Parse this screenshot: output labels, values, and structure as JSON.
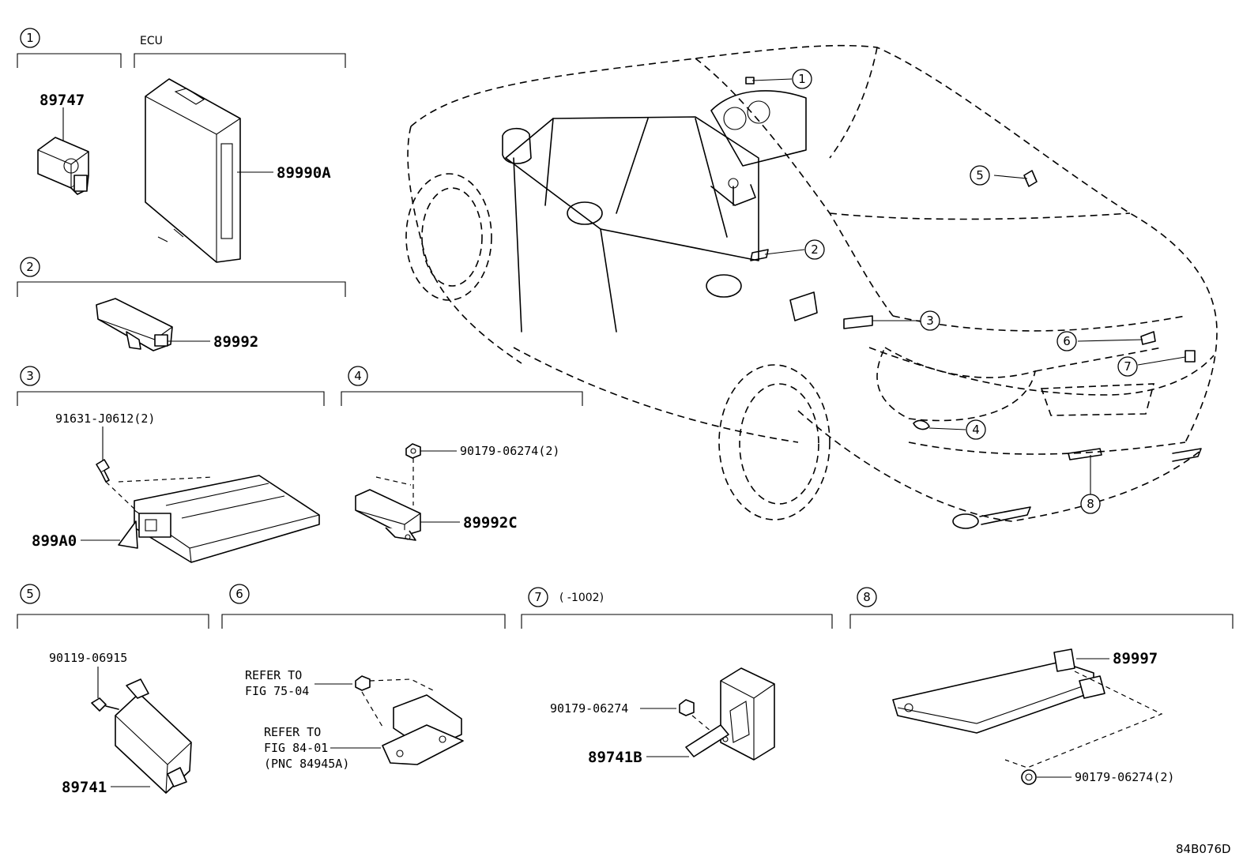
{
  "sections": {
    "s1": {
      "num": "1"
    },
    "ecu": {
      "label": "ECU"
    },
    "s2": {
      "num": "2"
    },
    "s3": {
      "num": "3"
    },
    "s4": {
      "num": "4"
    },
    "s5": {
      "num": "5"
    },
    "s6": {
      "num": "6"
    },
    "s7": {
      "num": "7",
      "note": "(      -1002)"
    },
    "s8": {
      "num": "8"
    }
  },
  "parts": {
    "p89747": "89747",
    "p89990A": "89990A",
    "p89992": "89992",
    "p91631": "91631-J0612(2)",
    "p899A0": "899A0",
    "p90179a": "90179-06274(2)",
    "p89992C": "89992C",
    "p90119": "90119-06915",
    "p89741": "89741",
    "refer1a": "REFER TO",
    "refer1b": "FIG 75-04",
    "refer2a": "REFER TO",
    "refer2b": "FIG 84-01",
    "refer2c": "(PNC 84945A)",
    "p90179b": "90179-06274",
    "p89741B": "89741B",
    "p89997": "89997",
    "p90179c": "90179-06274(2)"
  },
  "car_callouts": [
    "1",
    "2",
    "3",
    "4",
    "5",
    "6",
    "7",
    "8"
  ],
  "diagram_code": "84B076D"
}
